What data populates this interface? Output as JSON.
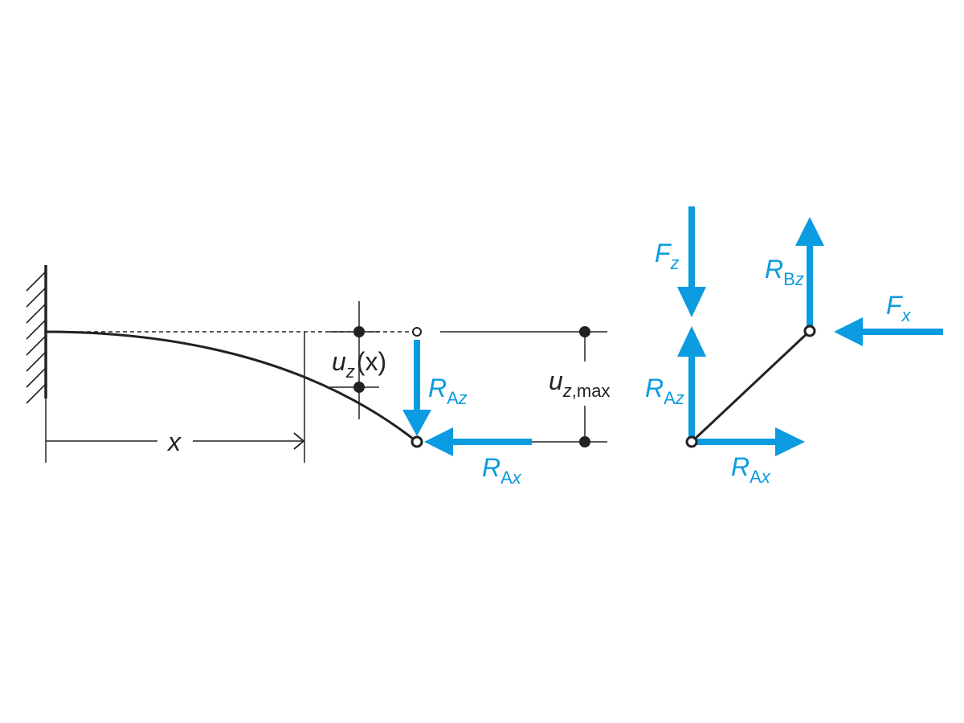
{
  "colors": {
    "force": "#0a9be0",
    "structure": "#222222"
  },
  "left_figure": {
    "x_label": "x",
    "deflection_label": {
      "base": "u",
      "sub": "z",
      "arg": "(x)"
    },
    "max_deflection_label": {
      "base": "u",
      "sub": "z",
      "sub_rest": ",max"
    },
    "reaction_z": {
      "base": "R",
      "sub_upright": "A",
      "sub_italic": "z"
    },
    "reaction_x": {
      "base": "R",
      "sub_upright": "A",
      "sub_italic": "x"
    }
  },
  "right_figure": {
    "force_z": {
      "base": "F",
      "sub": "z"
    },
    "force_x": {
      "base": "F",
      "sub": "x"
    },
    "reaction_bz": {
      "base": "R",
      "sub_upright": "B",
      "sub_italic": "z"
    },
    "reaction_az": {
      "base": "R",
      "sub_upright": "A",
      "sub_italic": "z"
    },
    "reaction_ax": {
      "base": "R",
      "sub_upright": "A",
      "sub_italic": "x"
    }
  }
}
